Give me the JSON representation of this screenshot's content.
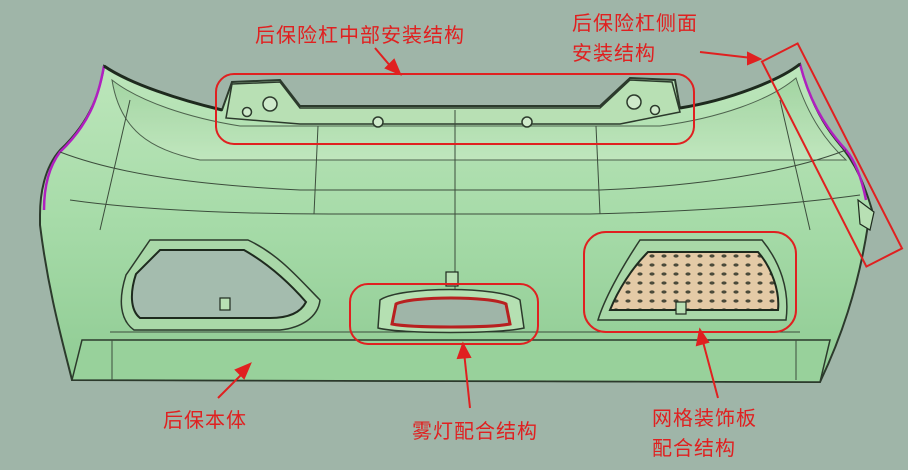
{
  "labels": {
    "middle_mount": "后保险杠中部安装结构",
    "side_mount_line1": "后保险杠侧面",
    "side_mount_line2": "安装结构",
    "bumper_body": "后保本体",
    "fog_lamp": "雾灯配合结构",
    "mesh_panel_line1": "网格装饰板",
    "mesh_panel_line2": "配合结构"
  },
  "colors": {
    "background": "#9fb5a8",
    "bumper_fill": "#a9ddaa",
    "bumper_shadow": "#8cc98f",
    "outline": "#2c3a2c",
    "annotation": "#e02020",
    "mesh_panel": "#e2c8a4",
    "edge_highlight": "#b020c0"
  }
}
